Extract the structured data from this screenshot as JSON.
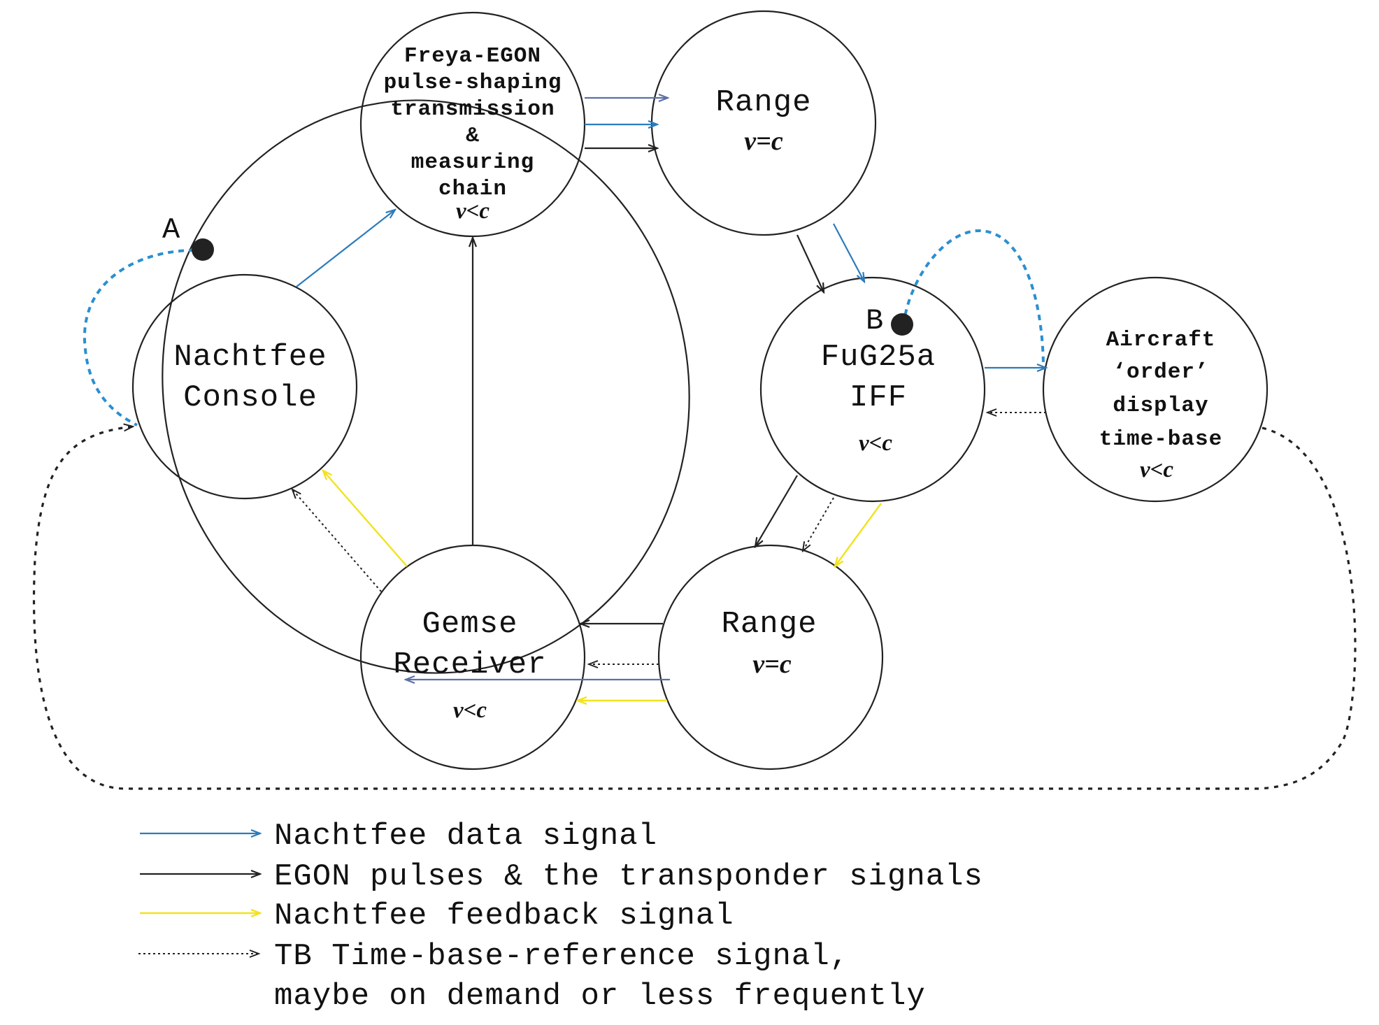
{
  "nodes": {
    "freya": {
      "lines": [
        "Freya-EGON",
        "pulse-shaping",
        "transmission",
        "&",
        "measuring",
        "chain"
      ],
      "velocity": "v<c"
    },
    "range_top": {
      "label": "Range",
      "velocity": "v=c"
    },
    "nachtfee": {
      "lines": [
        "Nachtfee",
        "Console"
      ]
    },
    "fug25a": {
      "lines": [
        "FuG25a",
        "IFF"
      ],
      "velocity": "v<c"
    },
    "aircraft": {
      "lines": [
        "Aircraft",
        "‘order’",
        "display",
        "time-base"
      ],
      "velocity": "v<c"
    },
    "gemse": {
      "lines": [
        "Gemse",
        "Receiver"
      ],
      "velocity": "v<c"
    },
    "range_bottom": {
      "label": "Range",
      "velocity": "v=c"
    }
  },
  "points": {
    "a": "A",
    "b": "B"
  },
  "legend": [
    {
      "style": "blue",
      "text": "Nachtfee data signal"
    },
    {
      "style": "black",
      "text": "EGON pulses & the transponder signals"
    },
    {
      "style": "yellow",
      "text": "Nachtfee feedback signal"
    },
    {
      "style": "dotted",
      "text": "TB Time-base-reference signal,",
      "text2": "maybe on demand or less frequently"
    }
  ],
  "colors": {
    "blue": "#2b7bbd",
    "black": "#222222",
    "yellow": "#f2e21e",
    "slate": "#5d6fa6",
    "blue_dotted": "#2b8fcf"
  }
}
